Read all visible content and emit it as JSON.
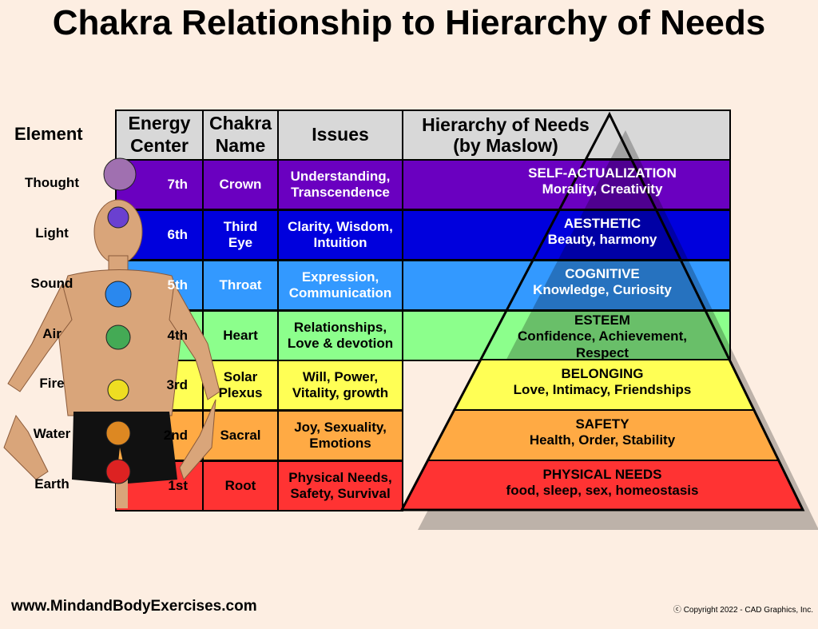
{
  "title": "Chakra Relationship to Hierarchy of Needs",
  "headers": {
    "element": "Element",
    "energy": "Energy Center",
    "chakra": "Chakra Name",
    "issues": "Issues",
    "hierarchy": "Hierarchy of Needs (by Maslow)"
  },
  "rows": [
    {
      "element": "Thought",
      "energy": "7th",
      "chakra": "Crown",
      "issues": "Understanding, Transcendence",
      "need": "SELF-ACTUALIZATION",
      "need_desc": "Morality, Creativity",
      "color": "#6a00c0"
    },
    {
      "element": "Light",
      "energy": "6th",
      "chakra": "Third Eye",
      "issues": "Clarity, Wisdom, Intuition",
      "need": "AESTHETIC",
      "need_desc": "Beauty, harmony",
      "color": "#0000dd"
    },
    {
      "element": "Sound",
      "energy": "5th",
      "chakra": "Throat",
      "issues": "Expression, Communication",
      "need": "COGNITIVE",
      "need_desc": "Knowledge, Curiosity",
      "color": "#3399ff"
    },
    {
      "element": "Air",
      "energy": "4th",
      "chakra": "Heart",
      "issues": "Relationships, Love & devotion",
      "need": "ESTEEM",
      "need_desc": "Confidence, Achievement, Respect",
      "color": "#8cff8c"
    },
    {
      "element": "Fire",
      "energy": "3rd",
      "chakra": "Solar Plexus",
      "issues": "Will, Power, Vitality, growth",
      "need": "BELONGING",
      "need_desc": "Love, Intimacy, Friendships",
      "color": "#ffff55"
    },
    {
      "element": "Water",
      "energy": "2nd",
      "chakra": "Sacral",
      "issues": "Joy, Sexuality, Emotions",
      "need": "SAFETY",
      "need_desc": "Health, Order, Stability",
      "color": "#ffaa44"
    },
    {
      "element": "Earth",
      "energy": "1st",
      "chakra": "Root",
      "issues": "Physical Needs, Safety, Survival",
      "need": "PHYSICAL NEEDS",
      "need_desc": "food, sleep, sex, homeostasis",
      "color": "#ff3333"
    }
  ],
  "footer": {
    "website": "www.MindandBodyExercises.com",
    "copyright": "ⓒ Copyright 2022 - CAD Graphics, Inc."
  }
}
